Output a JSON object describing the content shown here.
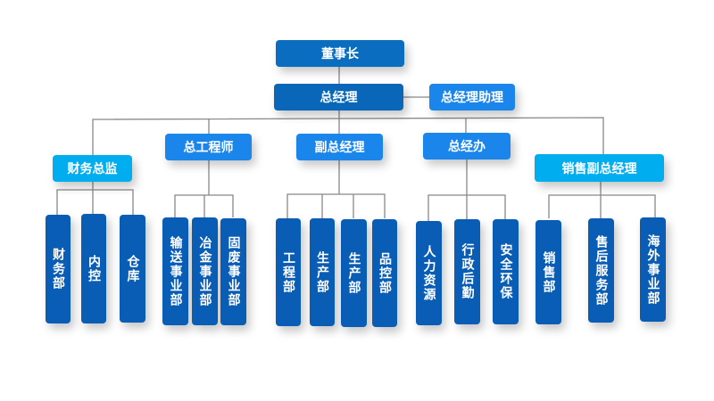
{
  "colors": {
    "dark": "#0a62b8",
    "mid": "#1a86ec",
    "light": "#00aeef",
    "line": "#888888"
  },
  "chairman": "董事长",
  "gm": "总经理",
  "gm_assistant": "总经理助理",
  "branches": [
    {
      "label": "财务总监",
      "children": [
        "财务部",
        "内控",
        "仓库"
      ]
    },
    {
      "label": "总工程师",
      "children": [
        "输送事业部",
        "冶金事业部",
        "固废事业部"
      ]
    },
    {
      "label": "副总经理",
      "children": [
        "工程部",
        "生产部",
        "生产部",
        "品控部"
      ]
    },
    {
      "label": "总经办",
      "children": [
        "人力资源",
        "行政后勤",
        "安全环保"
      ]
    },
    {
      "label": "销售副总经理",
      "children": [
        "销售部",
        "售后服务部",
        "海外事业部"
      ]
    }
  ]
}
